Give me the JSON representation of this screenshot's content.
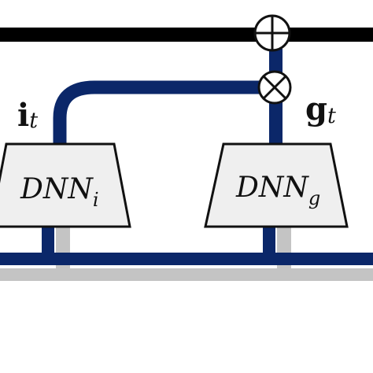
{
  "blocks": {
    "dnn_i": {
      "main": "DNN",
      "sub": "i"
    },
    "dnn_g": {
      "main": "DNN",
      "sub": "g"
    }
  },
  "signals": {
    "input_gate": {
      "main": "i",
      "sub": "t"
    },
    "output_gate": {
      "main": "g",
      "sub": "t"
    }
  },
  "operators": {
    "add": "circle-plus-icon",
    "multiply": "circle-times-icon"
  },
  "colors": {
    "cell_state_line": "#000000",
    "signal_line": "#0b2769",
    "input_bus": "#c4c4c4",
    "block_fill": "#efefef",
    "block_stroke": "#111111"
  }
}
